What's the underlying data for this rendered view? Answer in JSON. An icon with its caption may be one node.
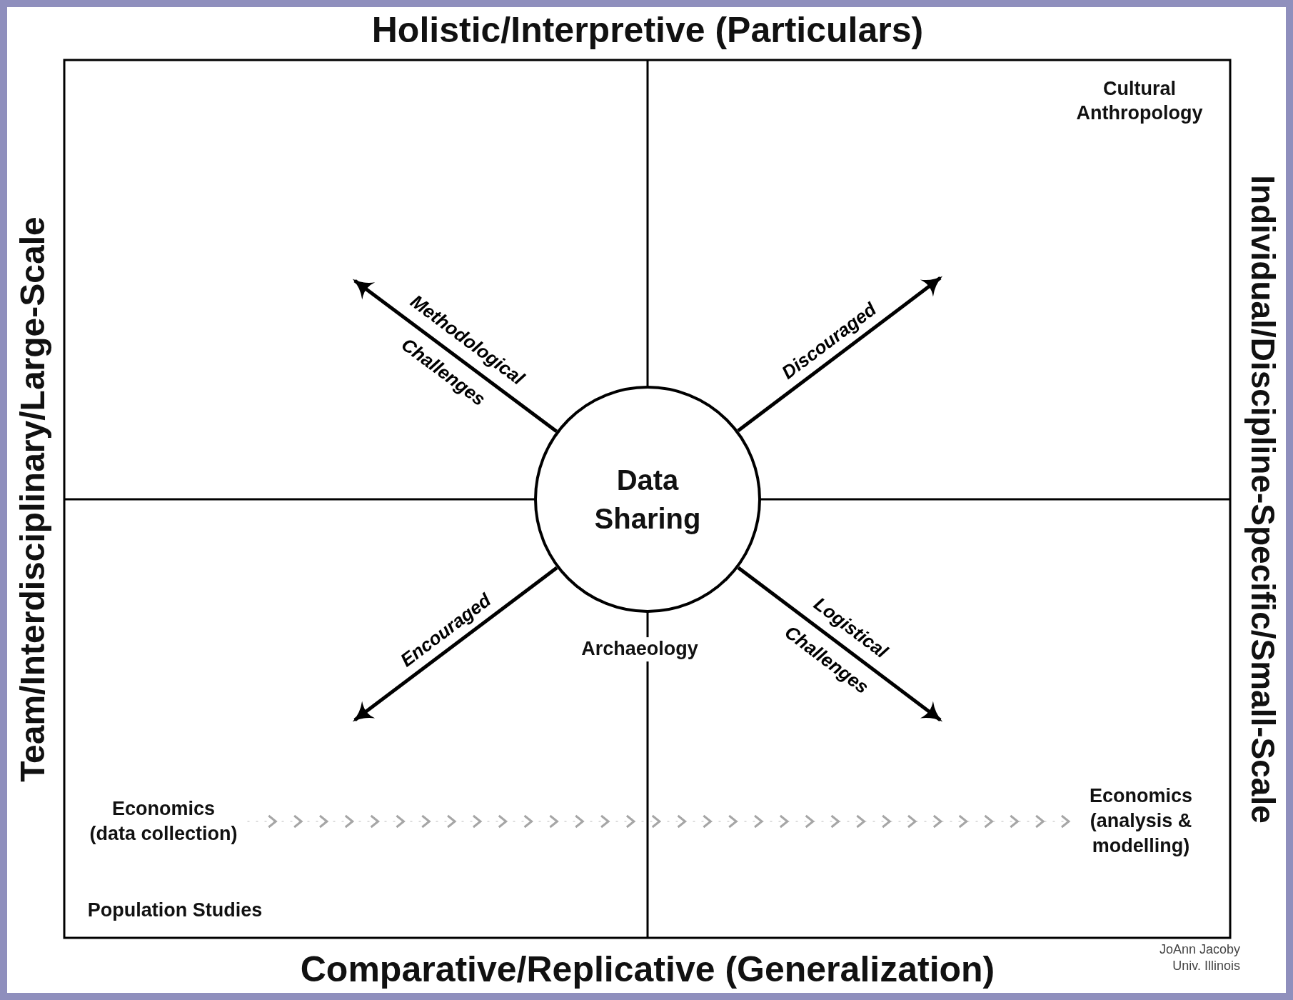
{
  "diagram": {
    "nodes": [
      {
        "text": [
          "Data Sharing"
        ]
      },
      {
        "text": [
          "Economics (data collection)"
        ]
      },
      {
        "text": [
          "Economics (analysis & modelling)"
        ]
      }
    ],
    "edges": [
      {
        "from": 0,
        "to": null,
        "arrow": "to",
        "label": "Methodological Challenges"
      },
      {
        "from": 0,
        "to": null,
        "arrow": "to",
        "label": "Discouraged"
      },
      {
        "from": 0,
        "to": null,
        "arrow": "to",
        "label": "Encouraged"
      },
      {
        "from": 0,
        "to": null,
        "arrow": "to",
        "label": "Logistical Challenges"
      },
      {
        "from": 1,
        "to": 2,
        "arrow": "to",
        "style": "dashed",
        "color": "#a6a6a6"
      }
    ],
    "labels": [
      "Holistic/Interpretive (Particulars)",
      "Team/Interdisciplinary/Large-Scale",
      "Individual/Discipline-Specific/Small-Scale",
      "Cultural Anthropology",
      "Archaeology",
      "Population Studies",
      "Comparative/Replicative (Generalization)",
      "JoAnn Jacoby Univ. Illinois"
    ]
  }
}
